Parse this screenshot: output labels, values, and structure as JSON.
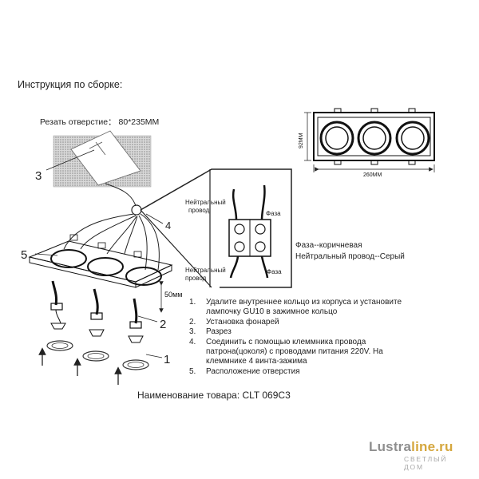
{
  "heading": "Инструкция по сборке:",
  "cut_label": "Резать отверстие： 80*235MM",
  "top_view": {
    "width_label": "260MM",
    "height_label": "92MM"
  },
  "height_gap_label": "50мм",
  "callouts": {
    "c1": "1",
    "c2": "2",
    "c3": "3",
    "c4": "4",
    "c5": "5"
  },
  "wiring": {
    "neutral_top": [
      "Нейтральный",
      "провод"
    ],
    "neutral_bottom": [
      "Нейтральный",
      "провод"
    ],
    "phase_top": "Фаза",
    "phase_bottom": "Фаза",
    "legend": [
      "Фаза--коричневая",
      "Нейтральный провод--Серый"
    ]
  },
  "steps": [
    {
      "num": "1.",
      "lines": [
        "Удалите внутреннее кольцо из корпуса и установите",
        "лампочку GU10 в зажимное кольцо"
      ]
    },
    {
      "num": "2.",
      "lines": [
        "Установка фонарей"
      ]
    },
    {
      "num": "3.",
      "lines": [
        "Разрез"
      ]
    },
    {
      "num": "4.",
      "lines": [
        "Соединить с помощью клеммника провода",
        "патрона(цоколя) с проводами питания 220V. На",
        "клеммнике 4 винта-зажима"
      ]
    },
    {
      "num": "5.",
      "lines": [
        "Расположение отверстия"
      ]
    }
  ],
  "product_name": "Наименование товара: CLT 069C3",
  "brand": {
    "part1": "Lustra",
    "part2": "line.ru",
    "tagline": "СВЕТЛЫЙ ДОМ"
  }
}
